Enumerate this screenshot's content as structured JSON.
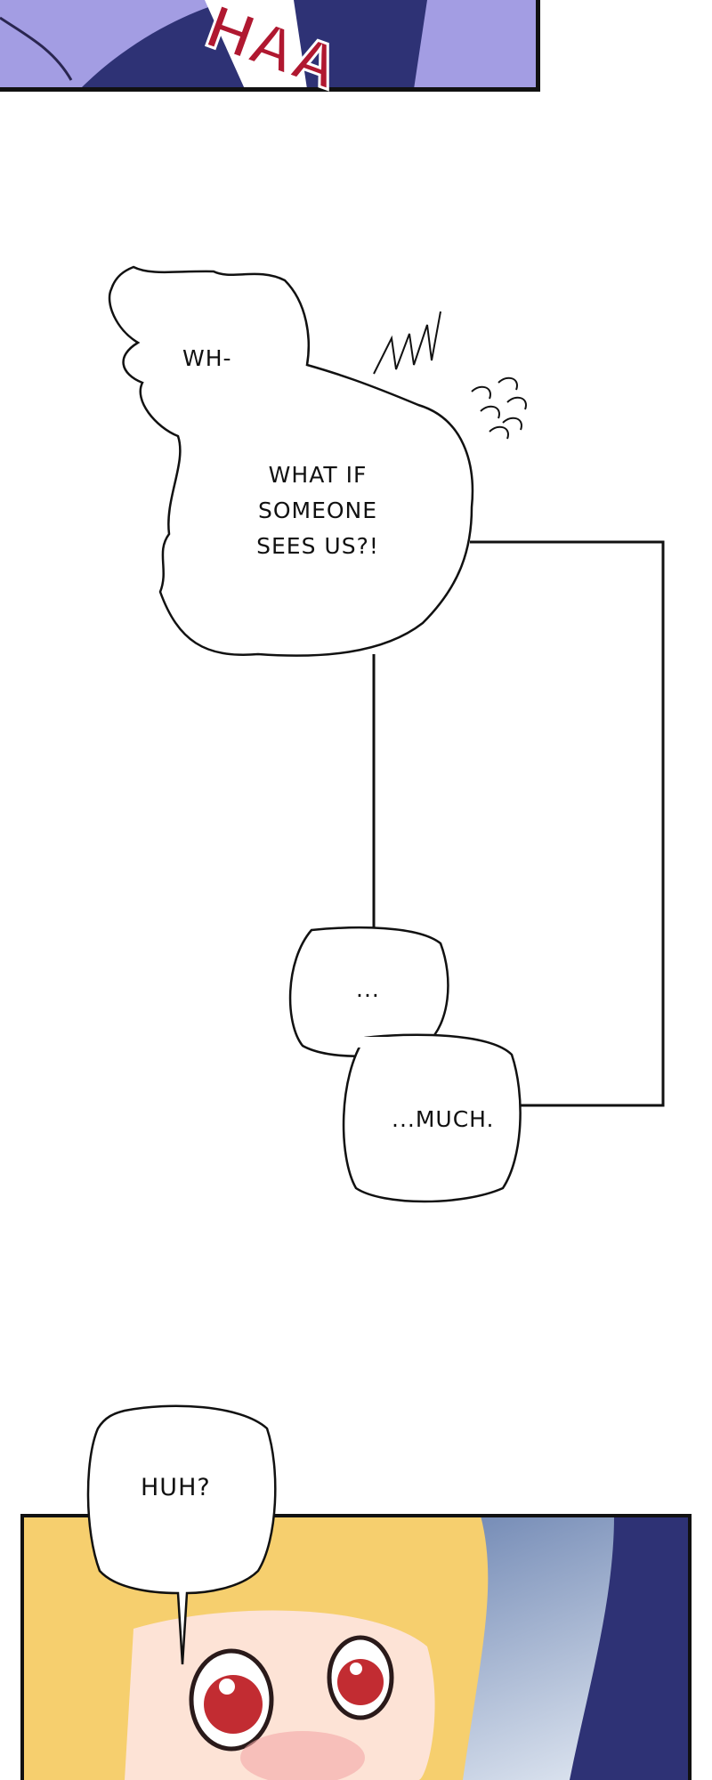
{
  "top_panel": {
    "sfx": "HAA"
  },
  "bubbles": {
    "wh": "WH-",
    "what_if": [
      "WHAT IF",
      "SOMEONE",
      "SEES US?!"
    ],
    "ellipsis": "...",
    "much": "...MUCH.",
    "huh": "HUH?"
  },
  "colors": {
    "panel_purple": "#a39de3",
    "navy": "#2e3275",
    "sfx_red": "#c0102a",
    "hair": "#f6cf6e",
    "eye_red": "#c22c32"
  }
}
